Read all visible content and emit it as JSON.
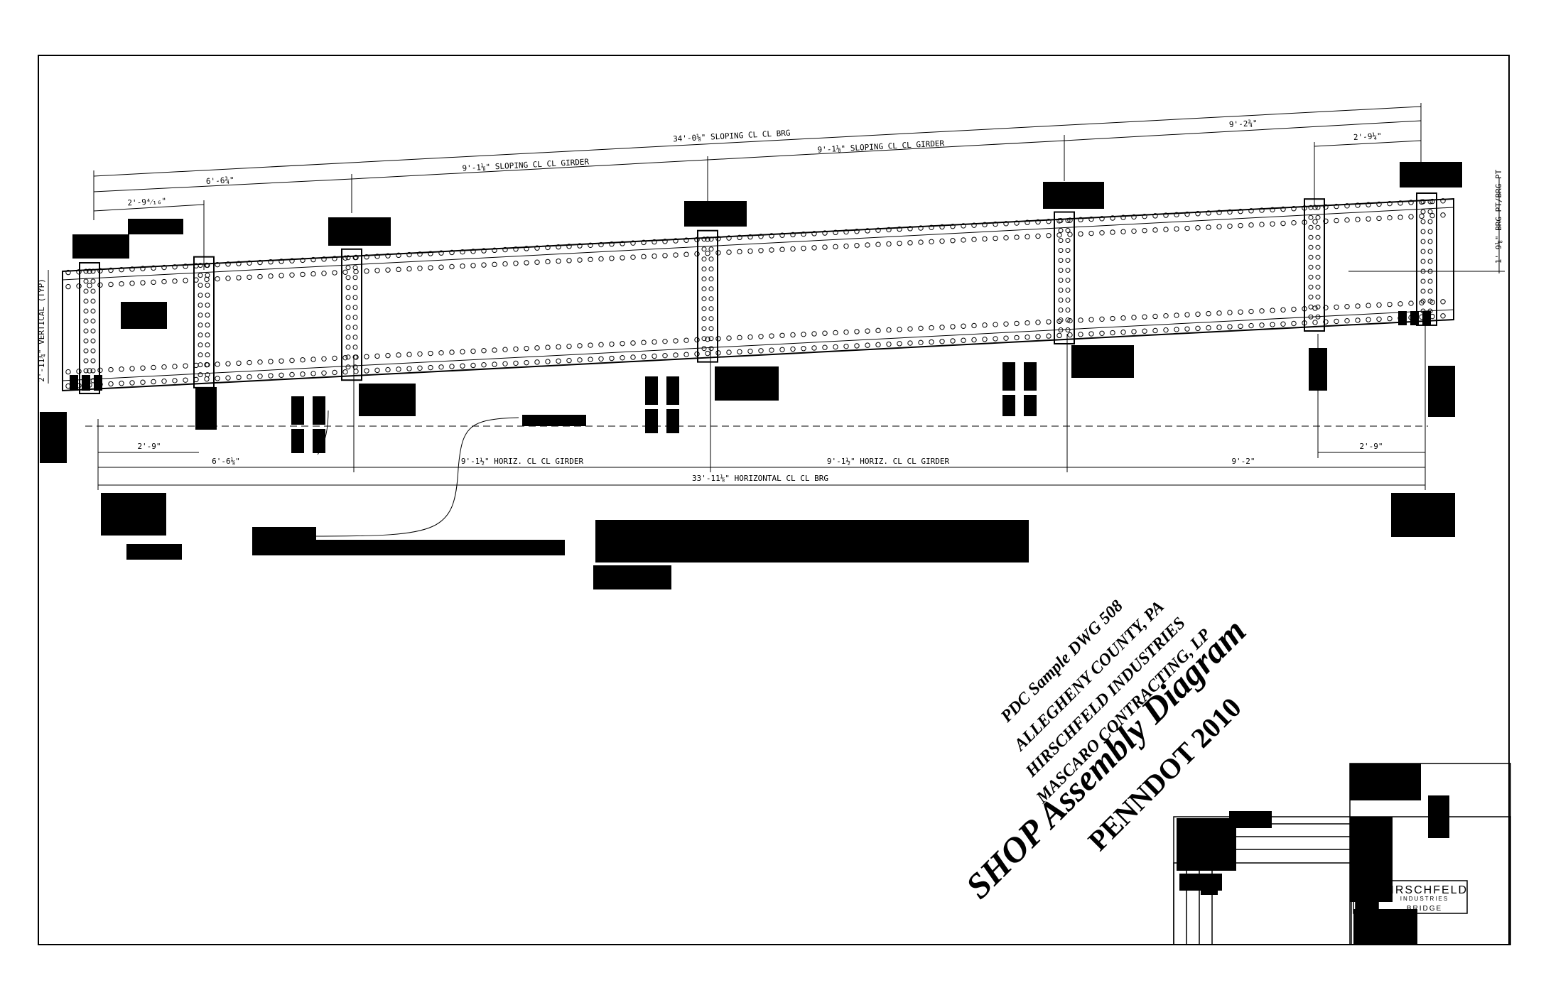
{
  "dims_top": {
    "overall_sloping": "34'-0⅛\" SLOPING CL CL BRG",
    "span1_sloping": "6'-6¾\"",
    "span1_sub": "2'-9⁴⁄₁₆\"",
    "girder_sloping_1": "9'-1⅛\" SLOPING CL CL GIRDER",
    "girder_sloping_2": "9'-1⅛\" SLOPING CL CL GIRDER",
    "span_end": "9'-2¾\"",
    "span_end_sub": "2'-9¼\""
  },
  "dims_side": {
    "left_vertical": "2'-11¾\" VERTICAL (TYP)",
    "right_label": "1'-9⅛\" BRG PT/BRG PT"
  },
  "dims_bottom": {
    "sub_left": "2'-9\"",
    "span1": "6'-6⅛\"",
    "girder_h1": "9'-1½\" HORIZ. CL CL GIRDER",
    "girder_h2": "9'-1½\" HORIZ. CL CL GIRDER",
    "span_end": "9'-2\"",
    "sub_right": "2'-9\"",
    "overall": "33'-11⅛\" HORIZONTAL CL CL BRG"
  },
  "stamp": {
    "line1": "PDC Sample DWG 508",
    "line2": "ALLEGHENY COUNTY, PA",
    "line3": "HIRSCHFELD INDUSTRIES",
    "line4": "MASCARO CONTRACTING, LP",
    "title": "SHOP Assembly Diagram",
    "subtitle": "PENNDOT 2010"
  },
  "title_block": {
    "company": "HIRSCHFELD",
    "division": "INDUSTRIES",
    "group": "BRIDGE"
  },
  "colors": {
    "ink": "#000000",
    "paper": "#ffffff"
  }
}
